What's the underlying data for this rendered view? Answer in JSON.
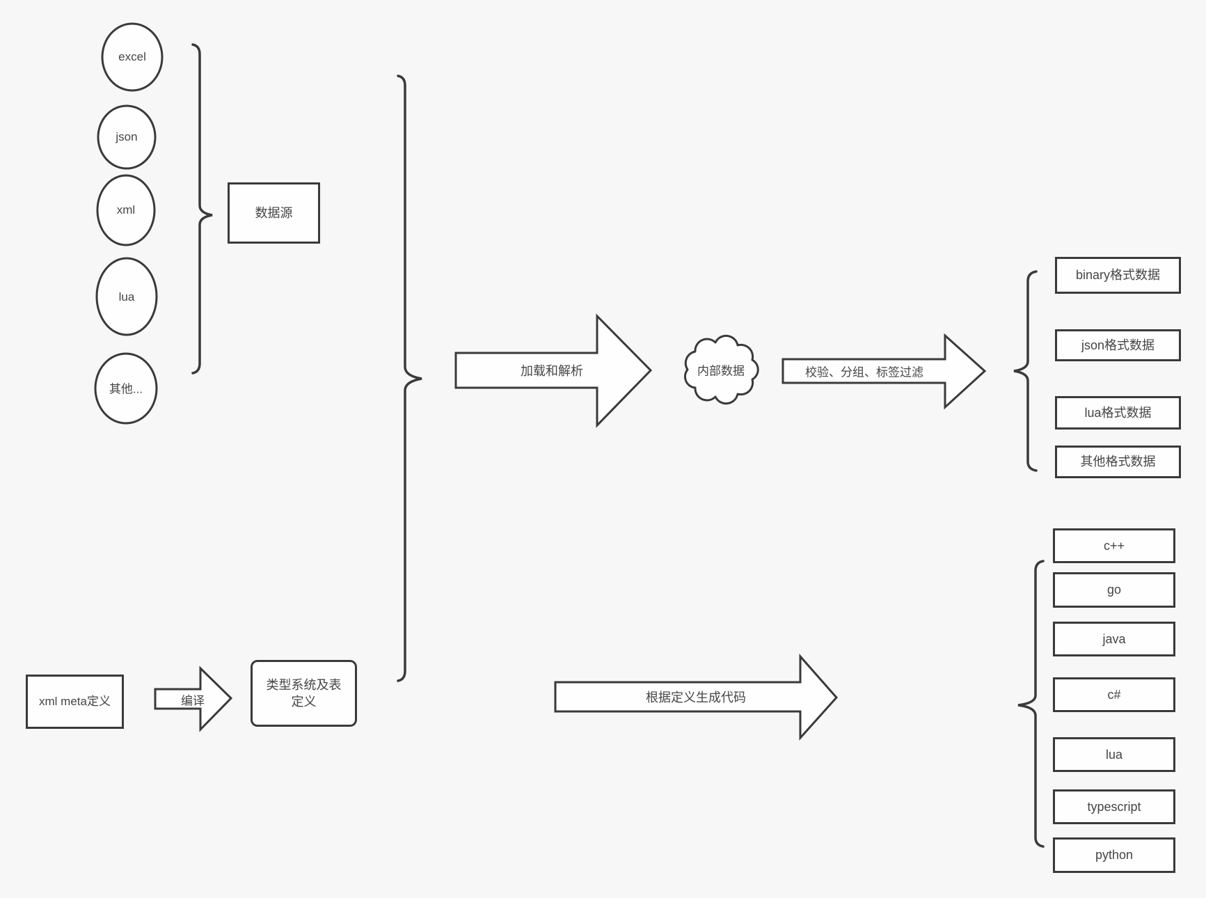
{
  "colors": {
    "background": "#f7f7f7",
    "stroke": "#3a3a3a",
    "shape_fill": "#fefefe",
    "text": "#454545"
  },
  "sources": {
    "items": [
      "excel",
      "json",
      "xml",
      "lua",
      "其他..."
    ],
    "group_box_label": "数据源"
  },
  "definitions": {
    "xml_meta_box_label": "xml meta定义",
    "compile_arrow_label": "编译",
    "type_system_box_label": "类型系统及表定义"
  },
  "pipeline": {
    "load_parse_arrow_label": "加载和解析",
    "internal_data_cloud_label": "内部数据",
    "filter_arrow_label": "校验、分组、标签过滤",
    "codegen_arrow_label": "根据定义生成代码"
  },
  "data_outputs": {
    "items": [
      "binary格式数据",
      "json格式数据",
      "lua格式数据",
      "其他格式数据"
    ]
  },
  "code_outputs": {
    "items": [
      "c++",
      "go",
      "java",
      "c#",
      "lua",
      "typescript",
      "python"
    ]
  }
}
